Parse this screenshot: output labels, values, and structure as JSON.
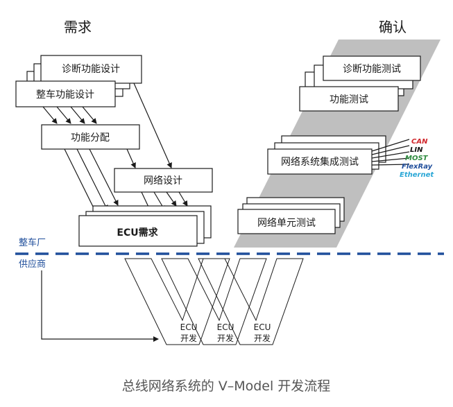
{
  "headers": {
    "requirements": "需求",
    "confirmation": "确认"
  },
  "left": {
    "diag_design": "诊断功能设计",
    "vehicle_func_design": "整车功能设计",
    "func_alloc": "功能分配",
    "network_design": "网络设计",
    "ecu_req": "ECU需求"
  },
  "right": {
    "diag_test": "诊断功能测试",
    "func_test": "功能测试",
    "integration_test": "网络系统集成测试",
    "unit_test": "网络单元测试"
  },
  "buses": [
    {
      "name": "CAN",
      "color": "#d0262b"
    },
    {
      "name": "LIN",
      "color": "#111111"
    },
    {
      "name": "MOST",
      "color": "#2e8b3e"
    },
    {
      "name": "FlexRay",
      "color": "#1f4e9b"
    },
    {
      "name": "Ethernet",
      "color": "#2aa7d6"
    }
  ],
  "divider": {
    "top_label": "整车厂",
    "bottom_label": "供应商",
    "color": "#1f4e9b"
  },
  "ecu_dev": [
    {
      "line1": "ECU",
      "line2": "开发"
    },
    {
      "line1": "ECU",
      "line2": "开发"
    },
    {
      "line1": "ECU",
      "line2": "开发"
    }
  ],
  "caption": "总线网络系统的 V–Model 开发流程"
}
